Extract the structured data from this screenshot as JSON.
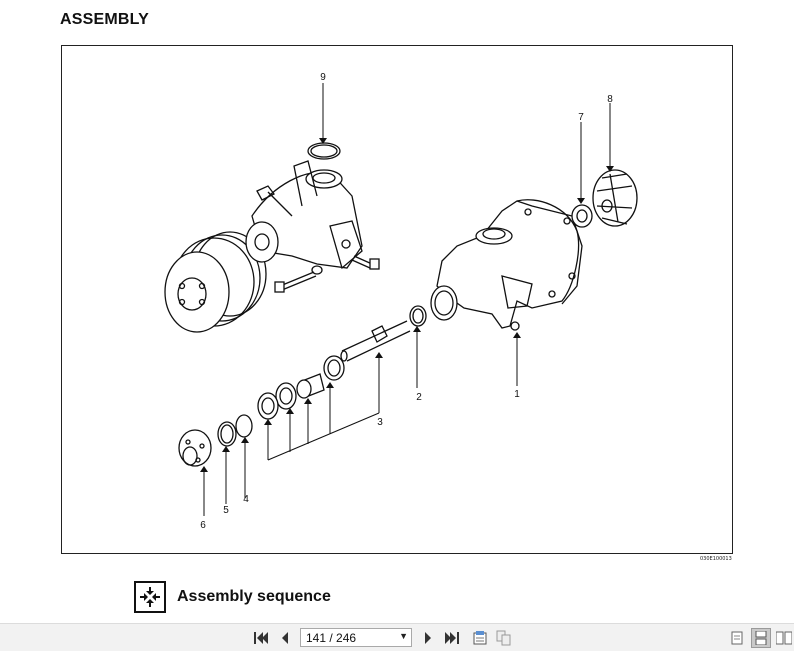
{
  "document": {
    "heading": "ASSEMBLY",
    "figure_code": "030E100013",
    "callouts": [
      "1",
      "2",
      "3",
      "4",
      "5",
      "6",
      "7",
      "8",
      "9"
    ],
    "section_label": "Assembly sequence",
    "section_icon": "assembly-sequence-icon"
  },
  "toolbar": {
    "page_display": "141 / 246",
    "current_page": 141,
    "total_pages": 246,
    "buttons": [
      "first-page-icon",
      "previous-page-icon",
      "next-page-icon",
      "last-page-icon",
      "bookmarks-icon",
      "thumbnails-icon",
      "single-page-view-icon",
      "continuous-view-icon",
      "facing-view-icon"
    ]
  }
}
